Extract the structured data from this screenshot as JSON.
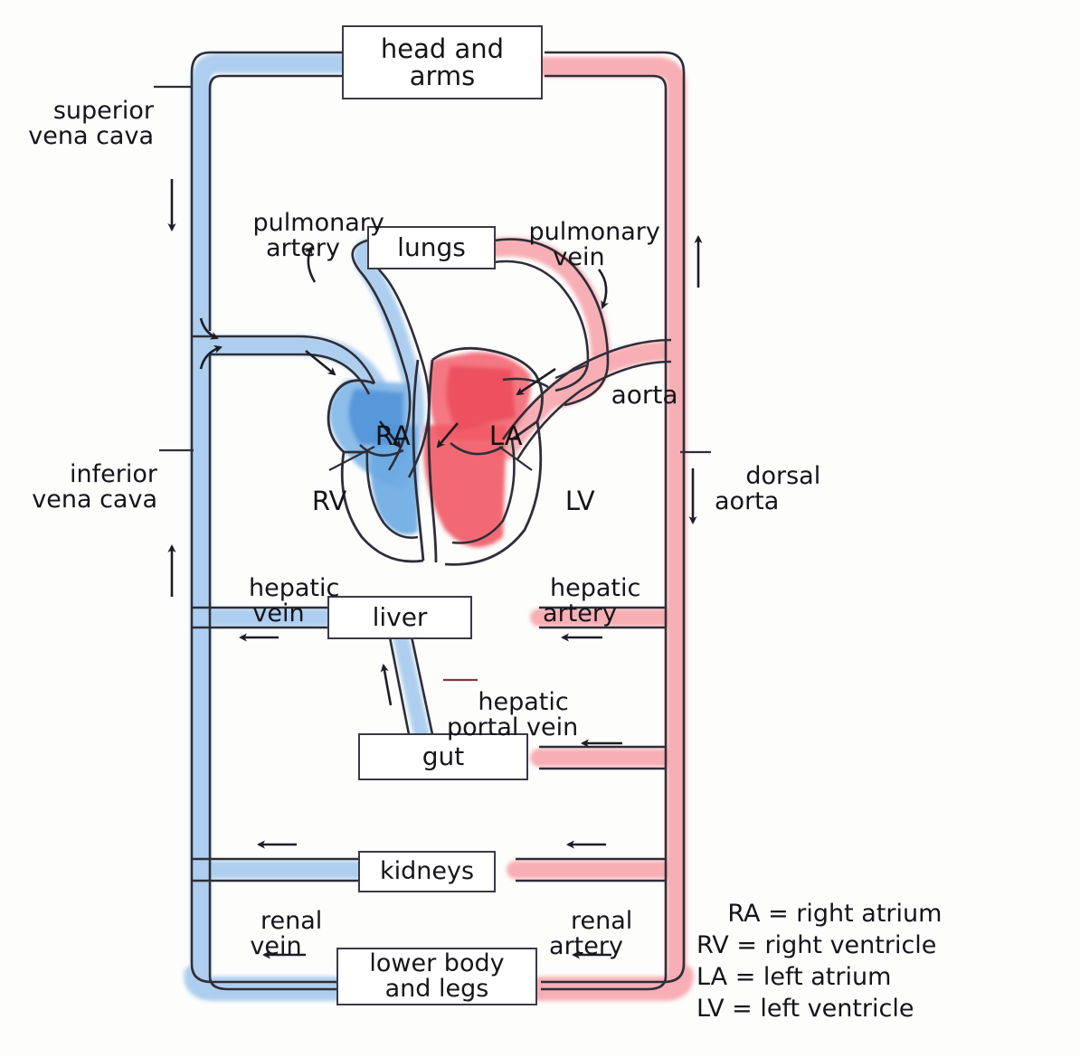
{
  "diagram": {
    "title": "human circulatory system (double circulation)",
    "organs": [
      {
        "name": "head-and-arms",
        "label": "head and\narms"
      },
      {
        "name": "lungs",
        "label": "lungs"
      },
      {
        "name": "liver",
        "label": "liver"
      },
      {
        "name": "gut",
        "label": "gut"
      },
      {
        "name": "kidneys",
        "label": "kidneys"
      },
      {
        "name": "lower-body",
        "label": "lower body\nand legs"
      }
    ],
    "vessel_labels": [
      {
        "name": "superior-vena-cava",
        "label": "superior\nvena cava"
      },
      {
        "name": "pulmonary-artery",
        "label": "pulmonary\nartery"
      },
      {
        "name": "pulmonary-vein",
        "label": "pulmonary\nvein"
      },
      {
        "name": "aorta",
        "label": "aorta"
      },
      {
        "name": "inferior-vena-cava",
        "label": "inferior\nvena cava"
      },
      {
        "name": "dorsal-aorta",
        "label": "dorsal\naorta"
      },
      {
        "name": "hepatic-vein",
        "label": "hepatic\nvein"
      },
      {
        "name": "hepatic-artery",
        "label": "hepatic\nartery"
      },
      {
        "name": "hepatic-portal-vein",
        "label": "hepatic\nportal vein"
      },
      {
        "name": "renal-vein",
        "label": "renal\nvein"
      },
      {
        "name": "renal-artery",
        "label": "renal\nartery"
      }
    ],
    "heart_chambers": [
      {
        "name": "right-atrium",
        "abbr": "RA"
      },
      {
        "name": "left-atrium",
        "abbr": "LA"
      },
      {
        "name": "right-ventricle",
        "abbr": "RV"
      },
      {
        "name": "left-ventricle",
        "abbr": "LV"
      }
    ],
    "legend": {
      "name": "abbreviation-key",
      "lines": [
        "RA = right atrium",
        "RV = right ventricle",
        "LA = left atrium",
        "LV = left ventricle"
      ],
      "text": "RA = right atrium\nRV = right ventricle\nLA = left atrium\nLV = left ventricle"
    },
    "colors": {
      "deoxygenated_highlight": "#a8cbee",
      "deoxygenated_strong": "#4f93dc",
      "oxygenated_highlight": "#f7a8ae",
      "oxygenated_strong": "#ef4b58",
      "outline": "#2e2e38",
      "text": "#14141a",
      "background": "#fdfdfc"
    }
  }
}
